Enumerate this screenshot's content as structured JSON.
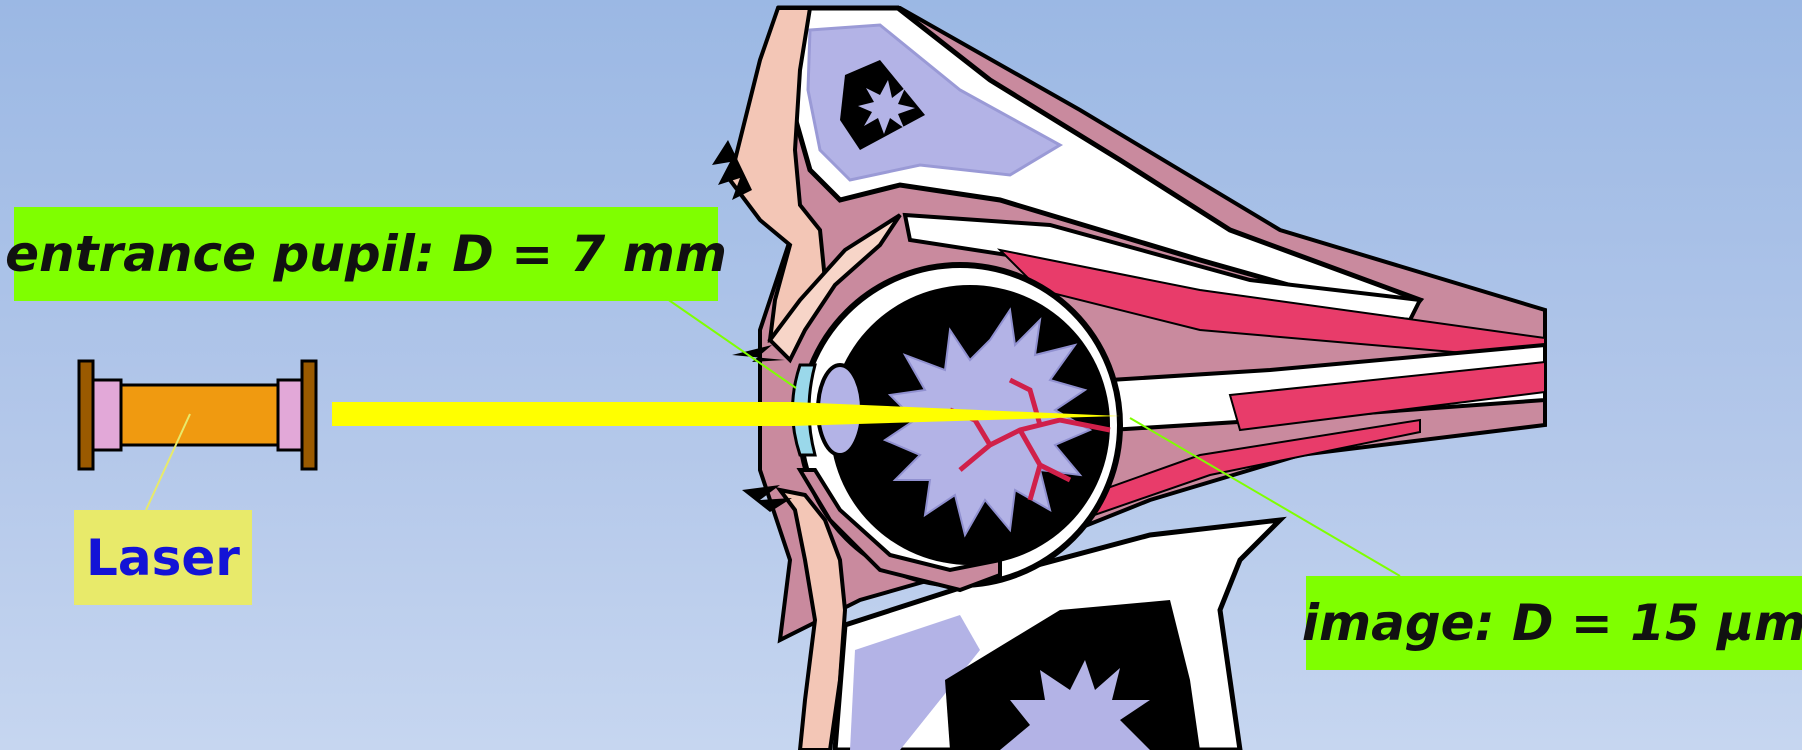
{
  "labels": {
    "entrance_pupil": "entrance pupil: D = 7 mm",
    "image": "image: D = 15 µm",
    "laser": "Laser"
  },
  "colors": {
    "background_top": "#9bb8e4",
    "background_bottom": "#c6d6f0",
    "label_box": "#7fff00",
    "laser_label_box": "#e8ea6a",
    "laser_label_text": "#1313d6",
    "laser_beam": "#ffff00",
    "laser_body": "#f09a10",
    "tissue": "#c98a9e",
    "bone": "#b3b3e6",
    "muscle": "#e83c6a"
  },
  "icons": {
    "laser": "laser-tube-icon",
    "eye": "eye-cross-section-illustration"
  }
}
